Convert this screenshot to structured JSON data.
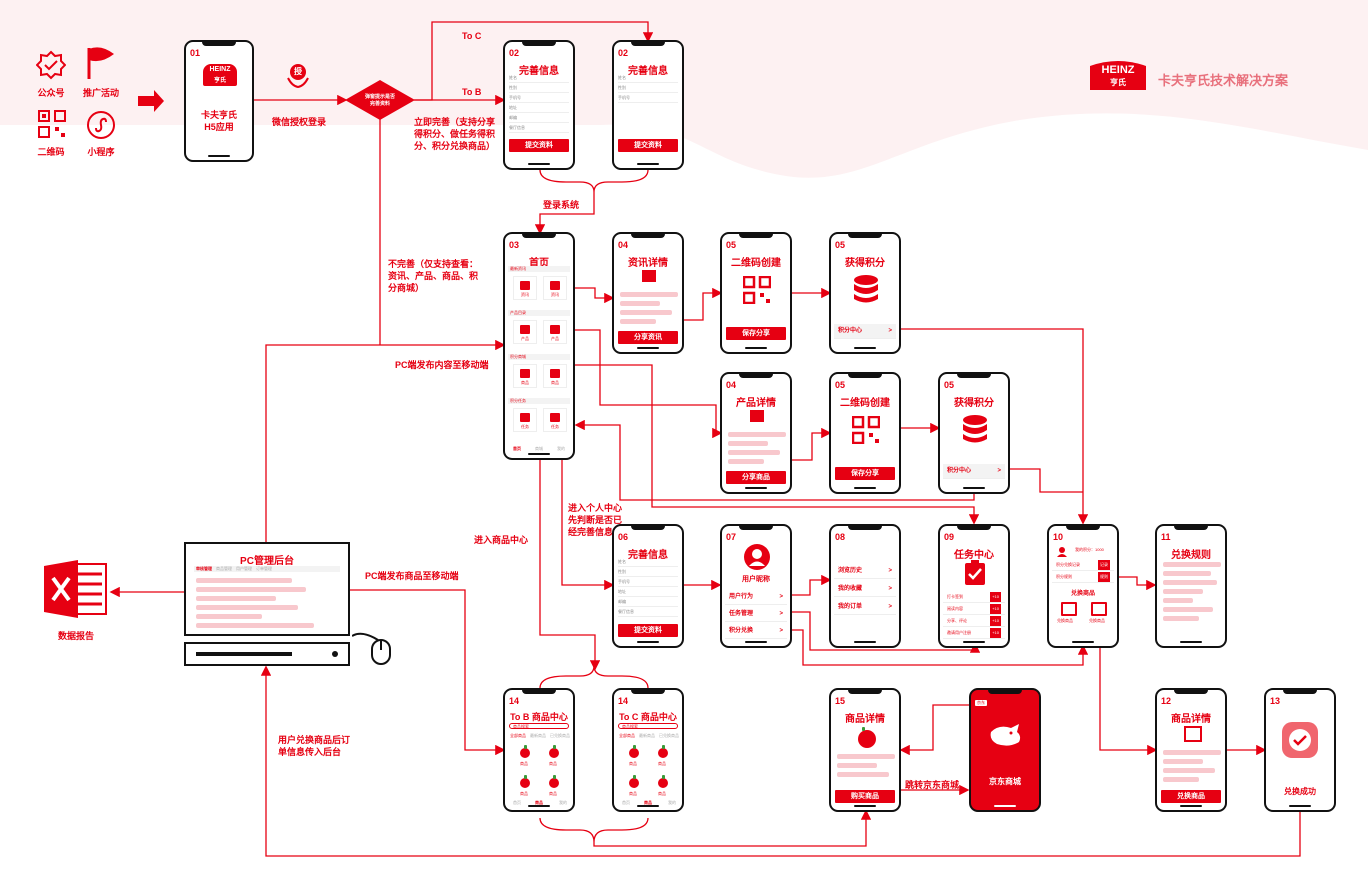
{
  "brand": {
    "logo_top": "HEINZ",
    "logo_bottom": "亨氏",
    "title": "卡夫亨氏技术解决方案"
  },
  "entry": {
    "items": [
      {
        "label": "公众号",
        "icon": "badge-check-icon"
      },
      {
        "label": "推广活动",
        "icon": "flag-icon"
      },
      {
        "label": "二维码",
        "icon": "qr-code-icon"
      },
      {
        "label": "小程序",
        "icon": "mini-program-icon"
      }
    ]
  },
  "h5": {
    "num": "01",
    "logo_top": "HEINZ",
    "logo_bottom": "亨氏",
    "title_line1": "卡夫亨氏",
    "title_line2": "H5应用"
  },
  "auth": {
    "badge": "授",
    "label": "微信授权登录"
  },
  "decision": {
    "text_line1": "弹窗提示是否",
    "text_line2": "完善资料"
  },
  "labels": {
    "to_c": "To C",
    "to_b": "To B",
    "complete": "立即完善（支持分享得积分、做任务得积分、积分兑换商品）",
    "login": "登录系统",
    "incomplete": "不完善（仅支持查看：资讯、产品、商品、积分商城）",
    "pc_content": "PC端发布内容至移动端",
    "personal": "进入个人中心先判断是否已经完善信息",
    "goods_center": "进入商品中心",
    "pc_goods": "PC端发布商品至移动端",
    "order_sync": "用户兑换商品后订单信息传入后台",
    "jd_jump": "跳转京东商城"
  },
  "screens": {
    "info_b": {
      "num": "02",
      "title": "完善信息",
      "fields": [
        "姓名",
        "性别",
        "手机号",
        "地址",
        "邮编",
        "餐厅信息"
      ],
      "button": "提交资料"
    },
    "info_c": {
      "num": "02",
      "title": "完善信息",
      "fields": [
        "姓名",
        "性别",
        "手机号"
      ],
      "button": "提交资料"
    },
    "home": {
      "num": "03",
      "title": "首页",
      "sections": [
        {
          "name": "最新资讯",
          "tiles": [
            "资讯",
            "资讯"
          ]
        },
        {
          "name": "产品目录",
          "tiles": [
            "产品",
            "产品"
          ]
        },
        {
          "name": "积分商城",
          "tiles": [
            "商品",
            "商品"
          ]
        },
        {
          "name": "积分任务",
          "tiles": [
            "任务",
            "任务"
          ]
        }
      ],
      "nav": [
        "首页",
        "商城",
        "我的"
      ]
    },
    "news": {
      "num": "04",
      "title": "资讯详情",
      "button": "分享资讯"
    },
    "qr1": {
      "num": "05",
      "title": "二维码创建",
      "button": "保存分享"
    },
    "points1": {
      "num": "05",
      "title": "获得积分",
      "row": "积分中心",
      "arrow": ">"
    },
    "product": {
      "num": "04",
      "title": "产品详情",
      "button": "分享商品"
    },
    "qr2": {
      "num": "05",
      "title": "二维码创建",
      "button": "保存分享"
    },
    "points2": {
      "num": "05",
      "title": "获得积分",
      "row": "积分中心",
      "arrow": ">"
    },
    "info_06": {
      "num": "06",
      "title": "完善信息",
      "fields": [
        "姓名",
        "性别",
        "手机号",
        "地址",
        "邮编",
        "餐厅信息"
      ],
      "button": "提交资料"
    },
    "profile": {
      "num": "07",
      "nickname": "用户昵称",
      "rows": [
        "用户行为",
        "任务管理",
        "积分兑换"
      ],
      "arrow": ">"
    },
    "behavior": {
      "num": "08",
      "rows": [
        "浏览历史",
        "我的收藏",
        "我的订单"
      ],
      "arrow": ">"
    },
    "tasks": {
      "num": "09",
      "title": "任务中心",
      "rows": [
        "打卡签到",
        "阅读内容",
        "分享、评论",
        "邀请用户注册"
      ],
      "badge": "+10"
    },
    "points_center": {
      "num": "10",
      "my_points": "我的积分：1000",
      "rows": [
        "积分兑换记录",
        "积分规则"
      ],
      "tags": [
        "记录",
        "规则"
      ],
      "subtitle": "兑换商品",
      "goods": [
        "兑换商品",
        "兑换商品"
      ]
    },
    "rules": {
      "num": "11",
      "title": "兑换规则"
    },
    "goods_detail": {
      "num": "12",
      "title": "商品详情",
      "button": "兑换商品"
    },
    "success": {
      "num": "13",
      "title": "兑换成功"
    },
    "tob_mall": {
      "num": "14",
      "title": "To B 商品中心",
      "search": "商品搜索",
      "tabs": [
        "全部商品",
        "最新商品",
        "已兑换商品"
      ],
      "items": [
        "商品",
        "商品",
        "商品",
        "商品"
      ],
      "nav": [
        "首页",
        "商品",
        "我的"
      ]
    },
    "toc_mall": {
      "num": "14",
      "title": "To C 商品中心",
      "search": "商品搜索",
      "tabs": [
        "全部商品",
        "最新商品",
        "已兑换商品"
      ],
      "items": [
        "商品",
        "商品",
        "商品",
        "商品"
      ],
      "nav": [
        "首页",
        "商品",
        "我的"
      ]
    },
    "jd_goods": {
      "num": "15",
      "title": "商品详情",
      "button": "购买商品"
    },
    "jd_mall": {
      "tag": "京东",
      "title": "京东商城"
    }
  },
  "pc": {
    "title": "PC管理后台",
    "tabs": [
      "审核管理",
      "商品管理",
      "用户管理",
      "订单管理"
    ]
  },
  "report": {
    "label": "数据报告",
    "icon": "excel-icon"
  },
  "colors": {
    "accent": "#e60012",
    "light": "#f8c8cd"
  }
}
